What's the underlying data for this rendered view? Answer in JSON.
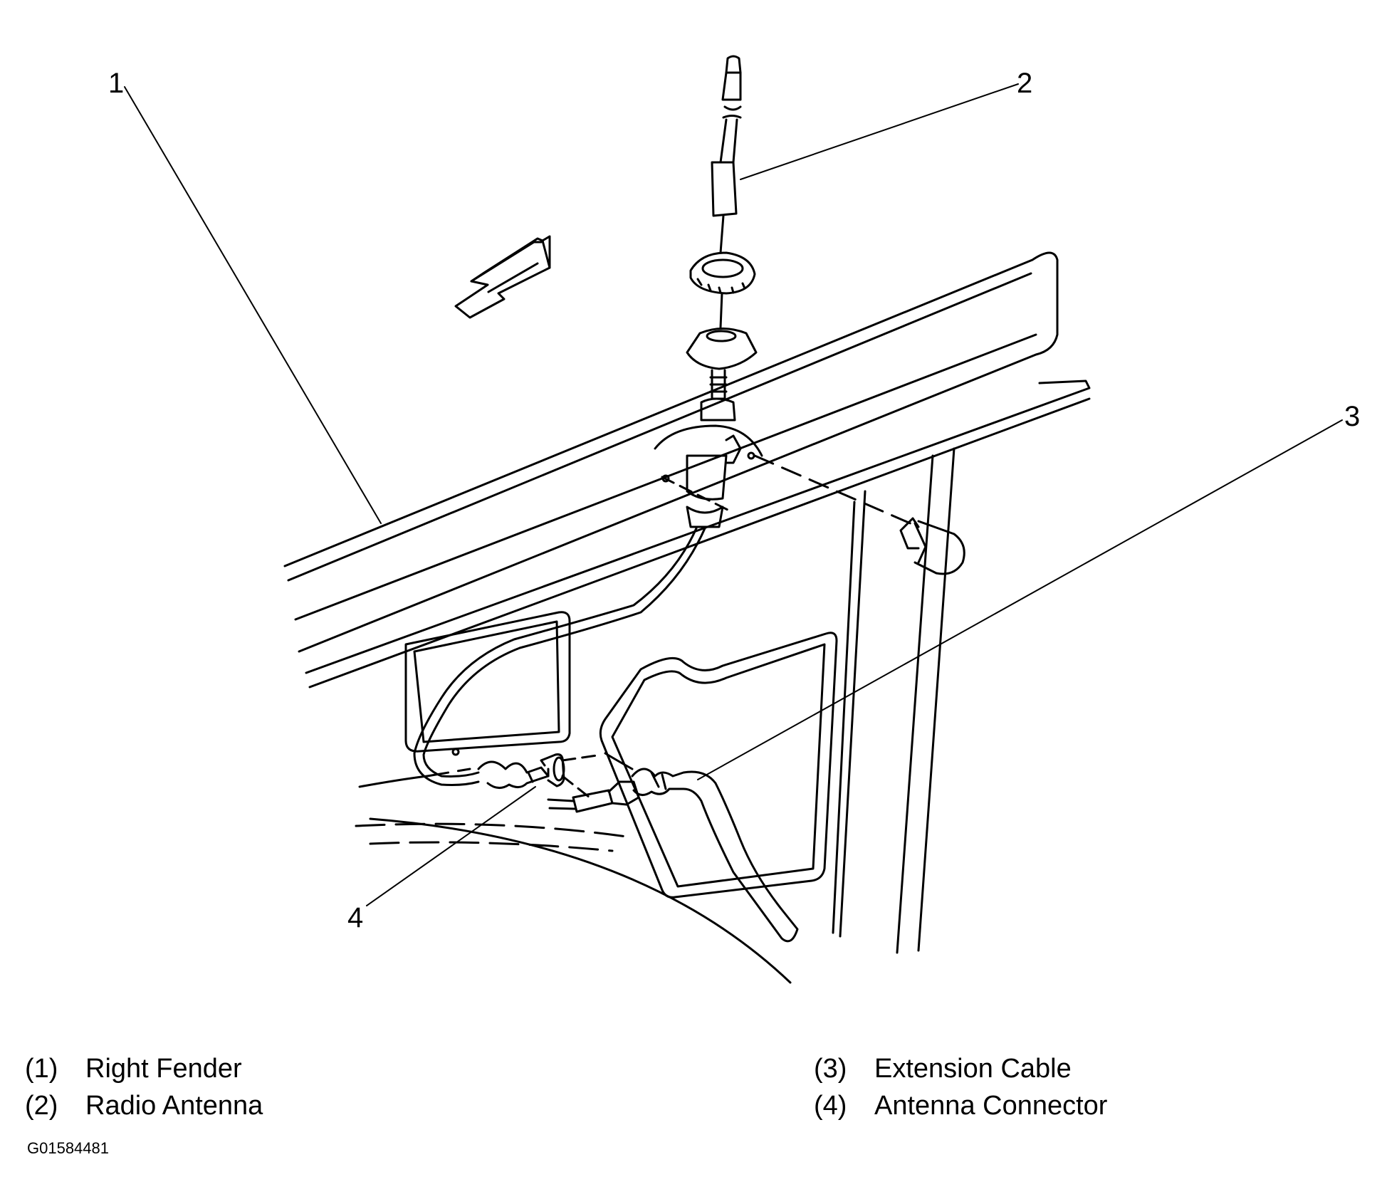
{
  "callouts": {
    "c1": "1",
    "c2": "2",
    "c3": "3",
    "c4": "4"
  },
  "legend": {
    "left": [
      {
        "num": "(1)",
        "label": "Right Fender"
      },
      {
        "num": "(2)",
        "label": "Radio Antenna"
      }
    ],
    "right": [
      {
        "num": "(3)",
        "label": "Extension Cable"
      },
      {
        "num": "(4)",
        "label": "Antenna Connector"
      }
    ]
  },
  "figure_id": "G01584481"
}
